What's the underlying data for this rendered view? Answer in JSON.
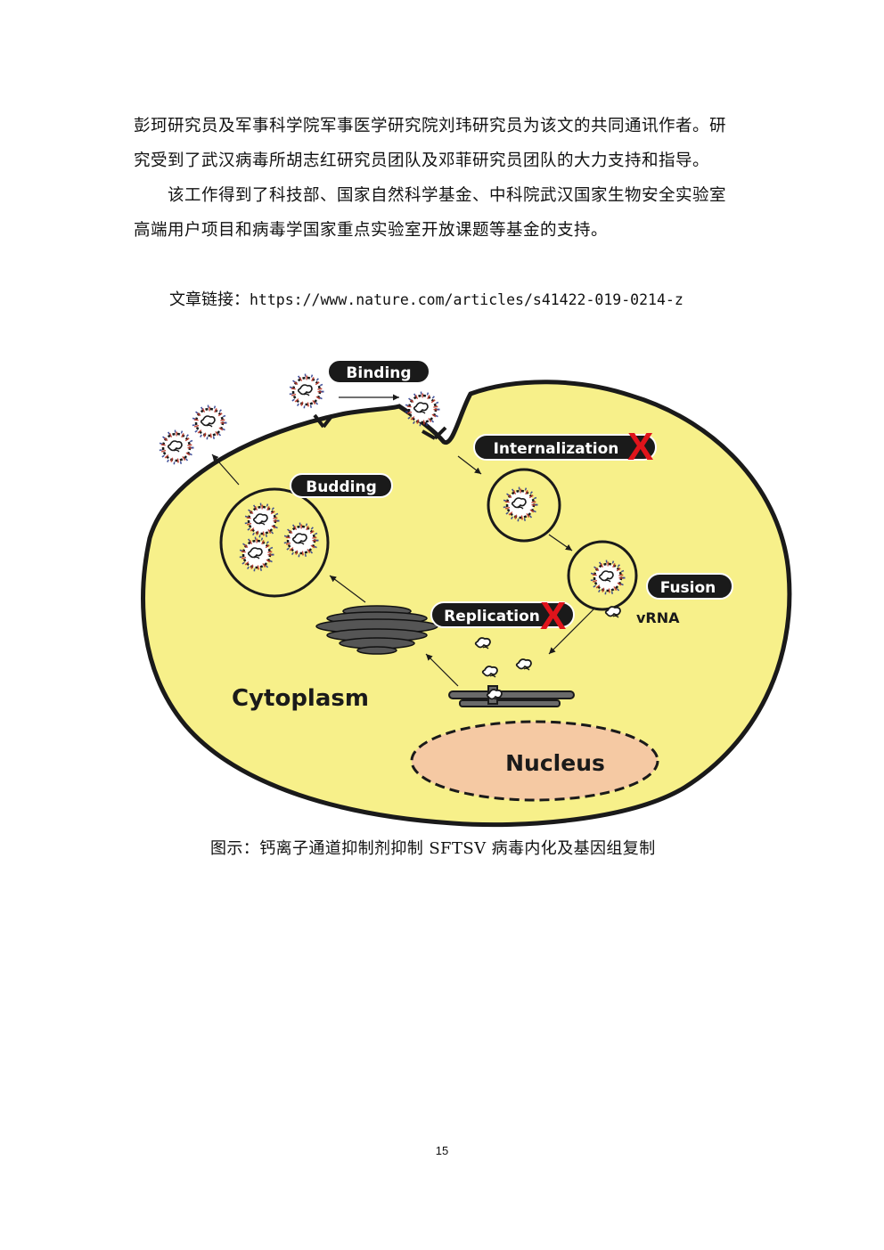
{
  "body": {
    "paragraph1": [
      "彭珂研究员及军事科学院军事医学研究院刘玮研究员为该文的共同通讯作者。研",
      "究受到了武汉病毒所胡志红研究员团队及邓菲研究员团队的大力支持和指导。"
    ],
    "paragraph2": [
      "该工作得到了科技部、国家自然科学基金、中科院武汉国家生物安全实验室",
      "高端用户项目和病毒学国家重点实验室开放课题等基金的支持。"
    ]
  },
  "article_link": {
    "label": "文章链接：",
    "url": "https://www.nature.com/articles/s41422-019-0214-z"
  },
  "figure": {
    "labels": {
      "binding": "Binding",
      "internalization": "Internalization",
      "budding": "Budding",
      "fusion": "Fusion",
      "replication": "Replication",
      "vrna": "vRNA",
      "cytoplasm": "Cytoplasm",
      "nucleus": "Nucleus",
      "block_mark": "X"
    },
    "colors": {
      "cell_fill": "#f7f08a",
      "nucleus_fill": "#f5c9a3",
      "block_mark": "#e0141b",
      "label_bg": "#1a1a1a"
    }
  },
  "caption": "图示：钙离子通道抑制剂抑制 SFTSV 病毒内化及基因组复制",
  "page_number": "15"
}
